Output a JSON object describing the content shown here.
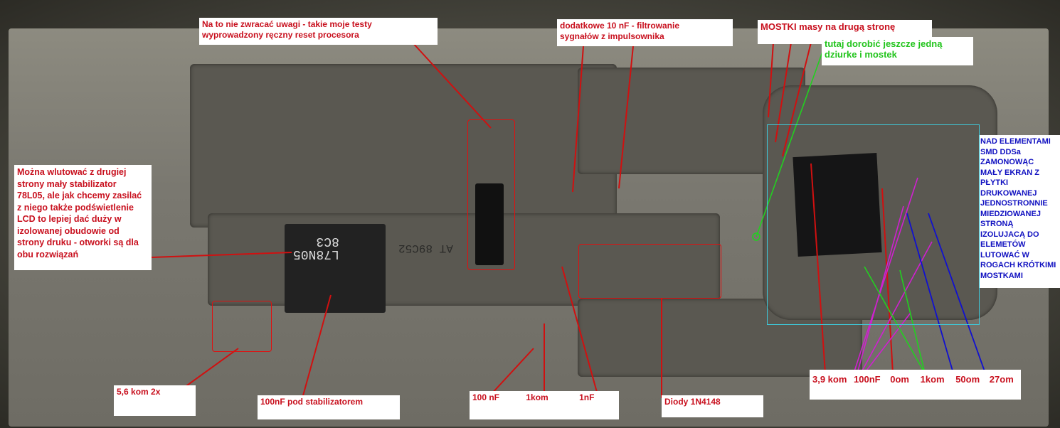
{
  "annotations": {
    "reset_note": "Na to nie zwracać uwagi - takie moje testy\nwyprowadzony ręczny reset procesora",
    "filter_note": "dodatkowe 10 nF - filtrowanie\nsygnałów z impulsownika",
    "bridges_note": "MOSTKI masy na drugą stronę",
    "hole_note": "tutaj dorobić jeszcze jedną\ndziurke i mostek",
    "regulator_note": "Można wlutować z drugiej\nstrony mały stabilizator\n78L05, ale jak chcemy zasilać\nz niego także podświetlenie\nLCD  to lepiej dać duży w\nizolowanej obudowie od\nstrony druku  - otworki są dla\nobu rozwiązań",
    "shield_note": "NAD ELEMENTAMI\nSMD  DDSa\nZAMONOWĄC\nMAŁY EKRAN Z\nPŁYTKI\nDRUKOWANEJ\nJEDNOSTRONNIE\nMIEDZIOWANEJ\nSTRONĄ\nIZOLUJACĄ DO\nELEMETÓW\nLUTOWAĆ W\nROGACH KRÓTKIMI\nMOSTKAMI",
    "resistors_56": "5,6 kom   2x",
    "cap_regulator": "100nF pod stabilizatorem",
    "cap_100nf": "100 nF",
    "res_1kom": "1kom",
    "cap_1nf": "1nF",
    "diodes": "Diody 1N4148",
    "dds_parts": [
      "3,9 kom",
      "100nF",
      "0om",
      "1kom",
      "50om",
      "27om"
    ]
  },
  "component_markings": {
    "regulator": "L78N05\n8C3",
    "board_code": "AT 89C52"
  },
  "colors": {
    "red": "#c8101e",
    "green": "#22c41c",
    "blue": "#1010c0",
    "cyan": "#3ec8d8"
  }
}
